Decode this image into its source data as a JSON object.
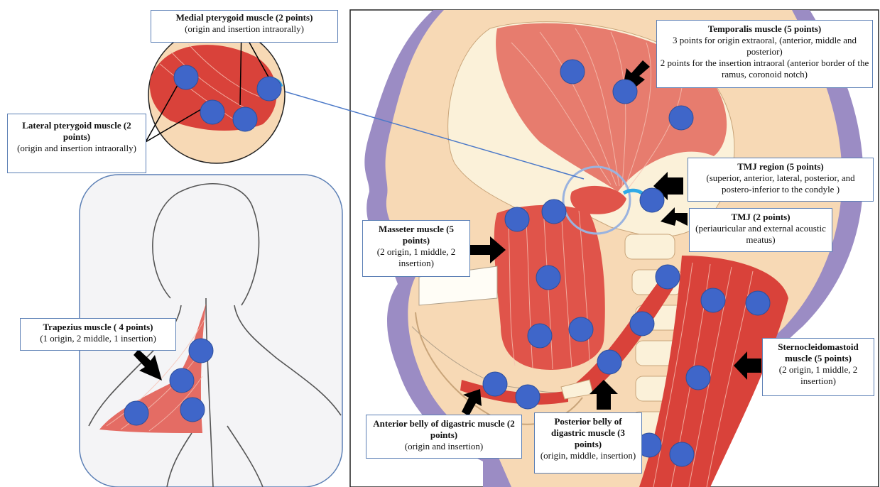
{
  "colors": {
    "point": "#3f66c9",
    "point_stroke": "#2d4f9c",
    "muscle": "#d9423a",
    "muscle_light": "#f19a8c",
    "skin": "#f7d9b5",
    "bone": "#fbf1d9",
    "shadow": "#9b8cc4",
    "label_border": "#5b7fb5",
    "arrow": "#000000"
  },
  "labels": {
    "medial_pterygoid": {
      "title": "Medial  pterygoid muscle (2 points)",
      "desc": "(origin and  insertion intraorally)"
    },
    "lateral_pterygoid": {
      "title": "Lateral pterygoid muscle (2 points)",
      "desc": "(origin and  insertion intraorally)"
    },
    "temporalis": {
      "title": "Temporalis muscle (5 points)",
      "desc1": "3 points for origin extraoral, (anterior, middle and posterior)",
      "desc2": "2 points for the insertion intraoral (anterior border of the ramus, coronoid notch)"
    },
    "tmj_region": {
      "title": "TMJ region (5 points)",
      "desc": "(superior, anterior, lateral, posterior, and postero-inferior to the condyle )"
    },
    "tmj": {
      "title": "TMJ (2 points)",
      "desc": "(periauricular and external acoustic meatus)"
    },
    "masseter": {
      "title": "Masseter muscle (5 points)",
      "desc": "(2 origin, 1 middle, 2 insertion)"
    },
    "trapezius": {
      "title": "Trapezius muscle ( 4 points)",
      "desc": "(1 origin, 2 middle, 1 insertion)"
    },
    "sternocleidomastoid": {
      "title": "Sternocleidomastoid muscle (5 points)",
      "desc": "(2 origin, 1 middle, 2 insertion)"
    },
    "anterior_digastric": {
      "title": "Anterior belly of digastric muscle (2 points)",
      "desc": "(origin and insertion)"
    },
    "posterior_digastric": {
      "title": "Posterior belly of digastric muscle (3 points)",
      "desc": "(origin, middle, insertion)"
    }
  }
}
